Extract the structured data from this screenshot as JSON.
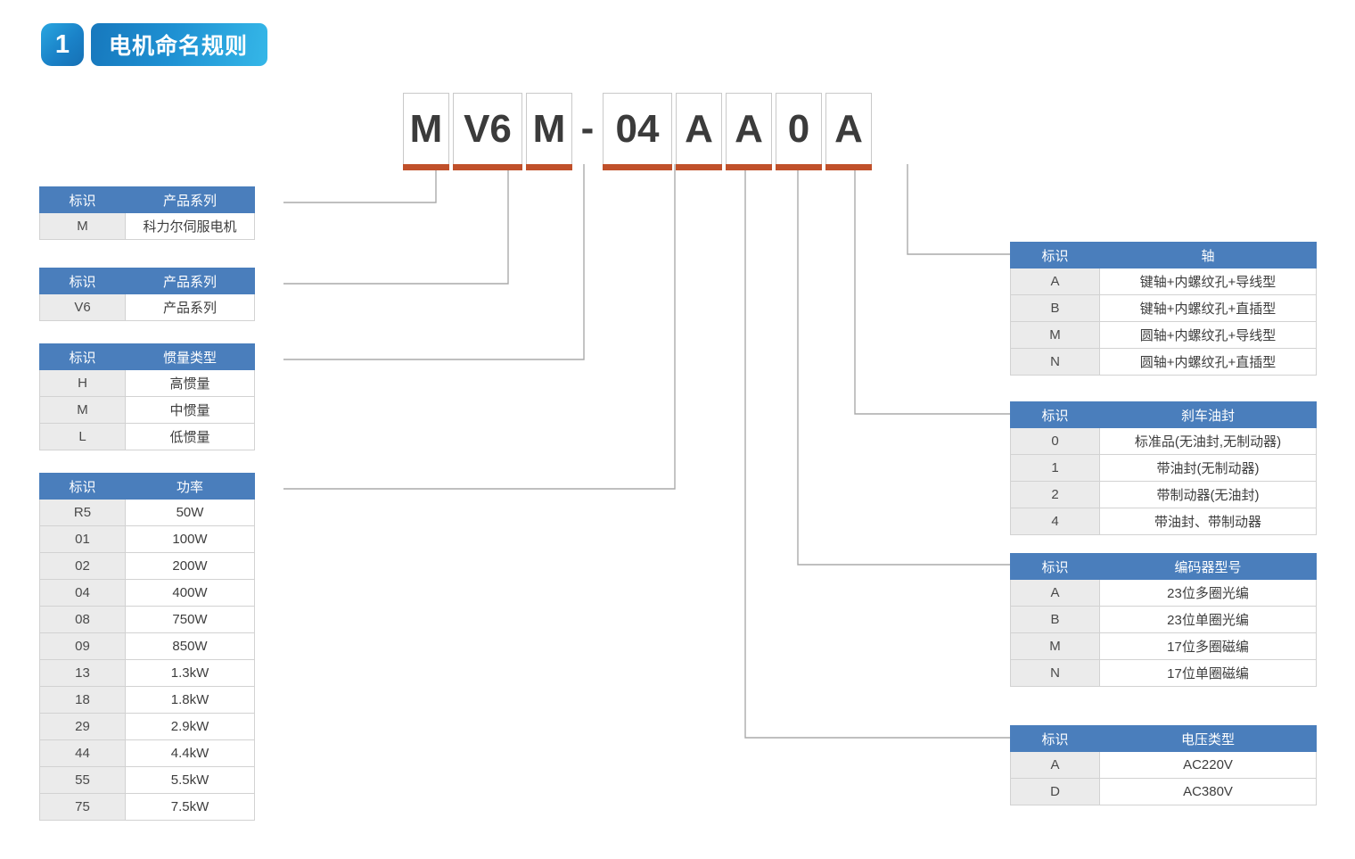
{
  "header": {
    "number": "1",
    "title": "电机命名规则"
  },
  "model_code": {
    "segments": [
      {
        "text": "M",
        "width": 52
      },
      {
        "text": "V6",
        "width": 78
      },
      {
        "text": "M",
        "width": 52
      },
      {
        "text": "-",
        "width": 26,
        "dash": true
      },
      {
        "text": "04",
        "width": 78
      },
      {
        "text": "A",
        "width": 52
      },
      {
        "text": "A",
        "width": 52
      },
      {
        "text": "0",
        "width": 52
      },
      {
        "text": "A",
        "width": 52
      }
    ],
    "full_code": "MV6M-04AA0A",
    "underline_color": "#c0502a"
  },
  "tables": {
    "product_series_m": {
      "headers": [
        "标识",
        "产品系列"
      ],
      "rows": [
        [
          "M",
          "科力尔伺服电机"
        ]
      ]
    },
    "product_series_v6": {
      "headers": [
        "标识",
        "产品系列"
      ],
      "rows": [
        [
          "V6",
          "产品系列"
        ]
      ]
    },
    "inertia_type": {
      "headers": [
        "标识",
        "惯量类型"
      ],
      "rows": [
        [
          "H",
          "高惯量"
        ],
        [
          "M",
          "中惯量"
        ],
        [
          "L",
          "低惯量"
        ]
      ]
    },
    "power": {
      "headers": [
        "标识",
        "功率"
      ],
      "rows": [
        [
          "R5",
          "50W"
        ],
        [
          "01",
          "100W"
        ],
        [
          "02",
          "200W"
        ],
        [
          "04",
          "400W"
        ],
        [
          "08",
          "750W"
        ],
        [
          "09",
          "850W"
        ],
        [
          "13",
          "1.3kW"
        ],
        [
          "18",
          "1.8kW"
        ],
        [
          "29",
          "2.9kW"
        ],
        [
          "44",
          "4.4kW"
        ],
        [
          "55",
          "5.5kW"
        ],
        [
          "75",
          "7.5kW"
        ]
      ]
    },
    "shaft": {
      "headers": [
        "标识",
        "轴"
      ],
      "rows": [
        [
          "A",
          "键轴+内螺纹孔+导线型"
        ],
        [
          "B",
          "键轴+内螺纹孔+直插型"
        ],
        [
          "M",
          "圆轴+内螺纹孔+导线型"
        ],
        [
          "N",
          "圆轴+内螺纹孔+直插型"
        ]
      ]
    },
    "brake_seal": {
      "headers": [
        "标识",
        "刹车油封"
      ],
      "rows": [
        [
          "0",
          "标准品(无油封,无制动器)"
        ],
        [
          "1",
          "带油封(无制动器)"
        ],
        [
          "2",
          "带制动器(无油封)"
        ],
        [
          "4",
          "带油封、带制动器"
        ]
      ]
    },
    "encoder": {
      "headers": [
        "标识",
        "编码器型号"
      ],
      "rows": [
        [
          "A",
          "23位多圈光编"
        ],
        [
          "B",
          "23位单圈光编"
        ],
        [
          "M",
          "17位多圈磁编"
        ],
        [
          "N",
          "17位单圈磁编"
        ]
      ]
    },
    "voltage": {
      "headers": [
        "标识",
        "电压类型"
      ],
      "rows": [
        [
          "A",
          "AC220V"
        ],
        [
          "D",
          "AC380V"
        ]
      ]
    }
  },
  "colors": {
    "header_blue": "#4a7ebc",
    "id_cell_gray": "#ebebeb",
    "underline_orange": "#c0502a",
    "connector_gray": "#aaaaaa",
    "title_blue": "#1e90d2"
  }
}
